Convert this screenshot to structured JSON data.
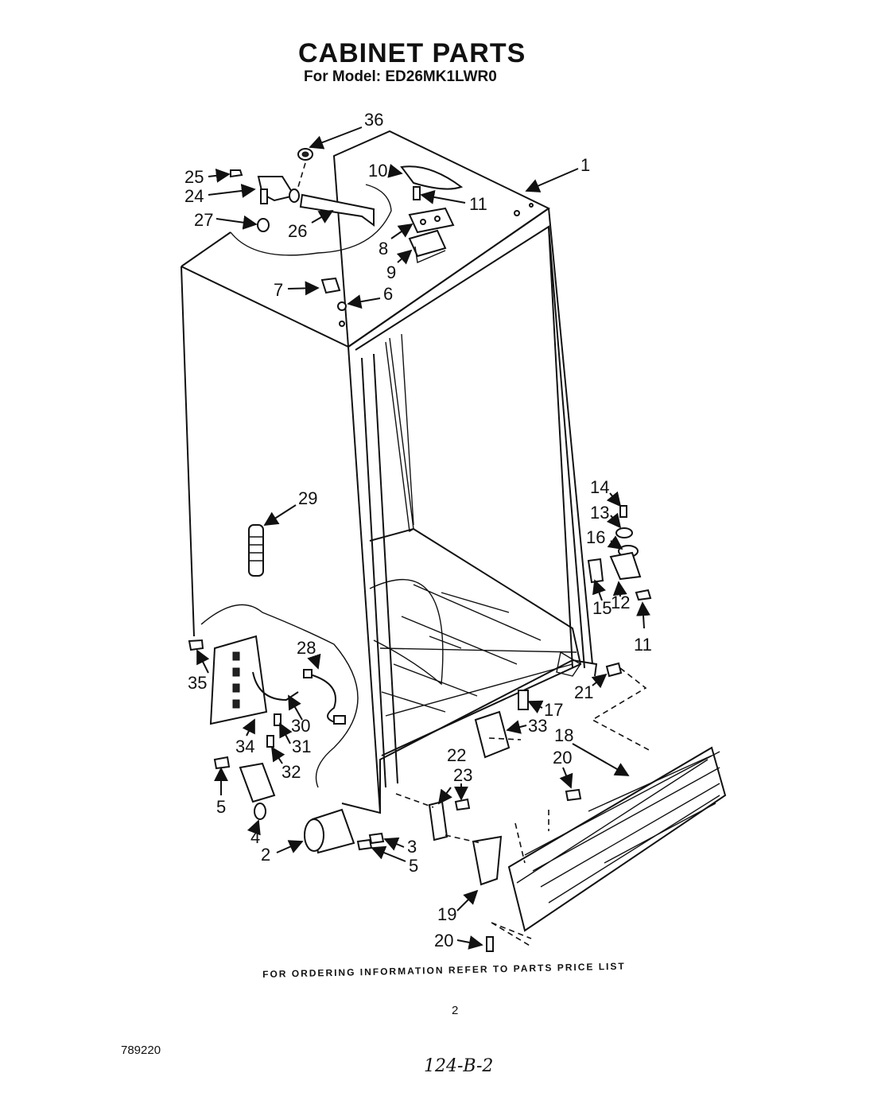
{
  "title": "CABINET PARTS",
  "subtitle": "For Model: ED26MK1LWR0",
  "footer_note": "FOR ORDERING INFORMATION REFER TO PARTS PRICE LIST",
  "page_number": "2",
  "document_number": "789220",
  "handwritten_code": "124-B-2",
  "callouts": {
    "c1": "1",
    "c2": "2",
    "c3": "3",
    "c4": "4",
    "c5a": "5",
    "c5b": "5",
    "c6": "6",
    "c7": "7",
    "c8": "8",
    "c9": "9",
    "c10": "10",
    "c11a": "11",
    "c11b": "11",
    "c12": "12",
    "c13": "13",
    "c14": "14",
    "c15": "15",
    "c16": "16",
    "c17": "17",
    "c18": "18",
    "c19": "19",
    "c20a": "20",
    "c20b": "20",
    "c21": "21",
    "c22": "22",
    "c23": "23",
    "c24": "24",
    "c25": "25",
    "c26": "26",
    "c27": "27",
    "c28": "28",
    "c29": "29",
    "c30": "30",
    "c31": "31",
    "c32": "32",
    "c33": "33",
    "c34": "34",
    "c35": "35",
    "c36": "36"
  }
}
